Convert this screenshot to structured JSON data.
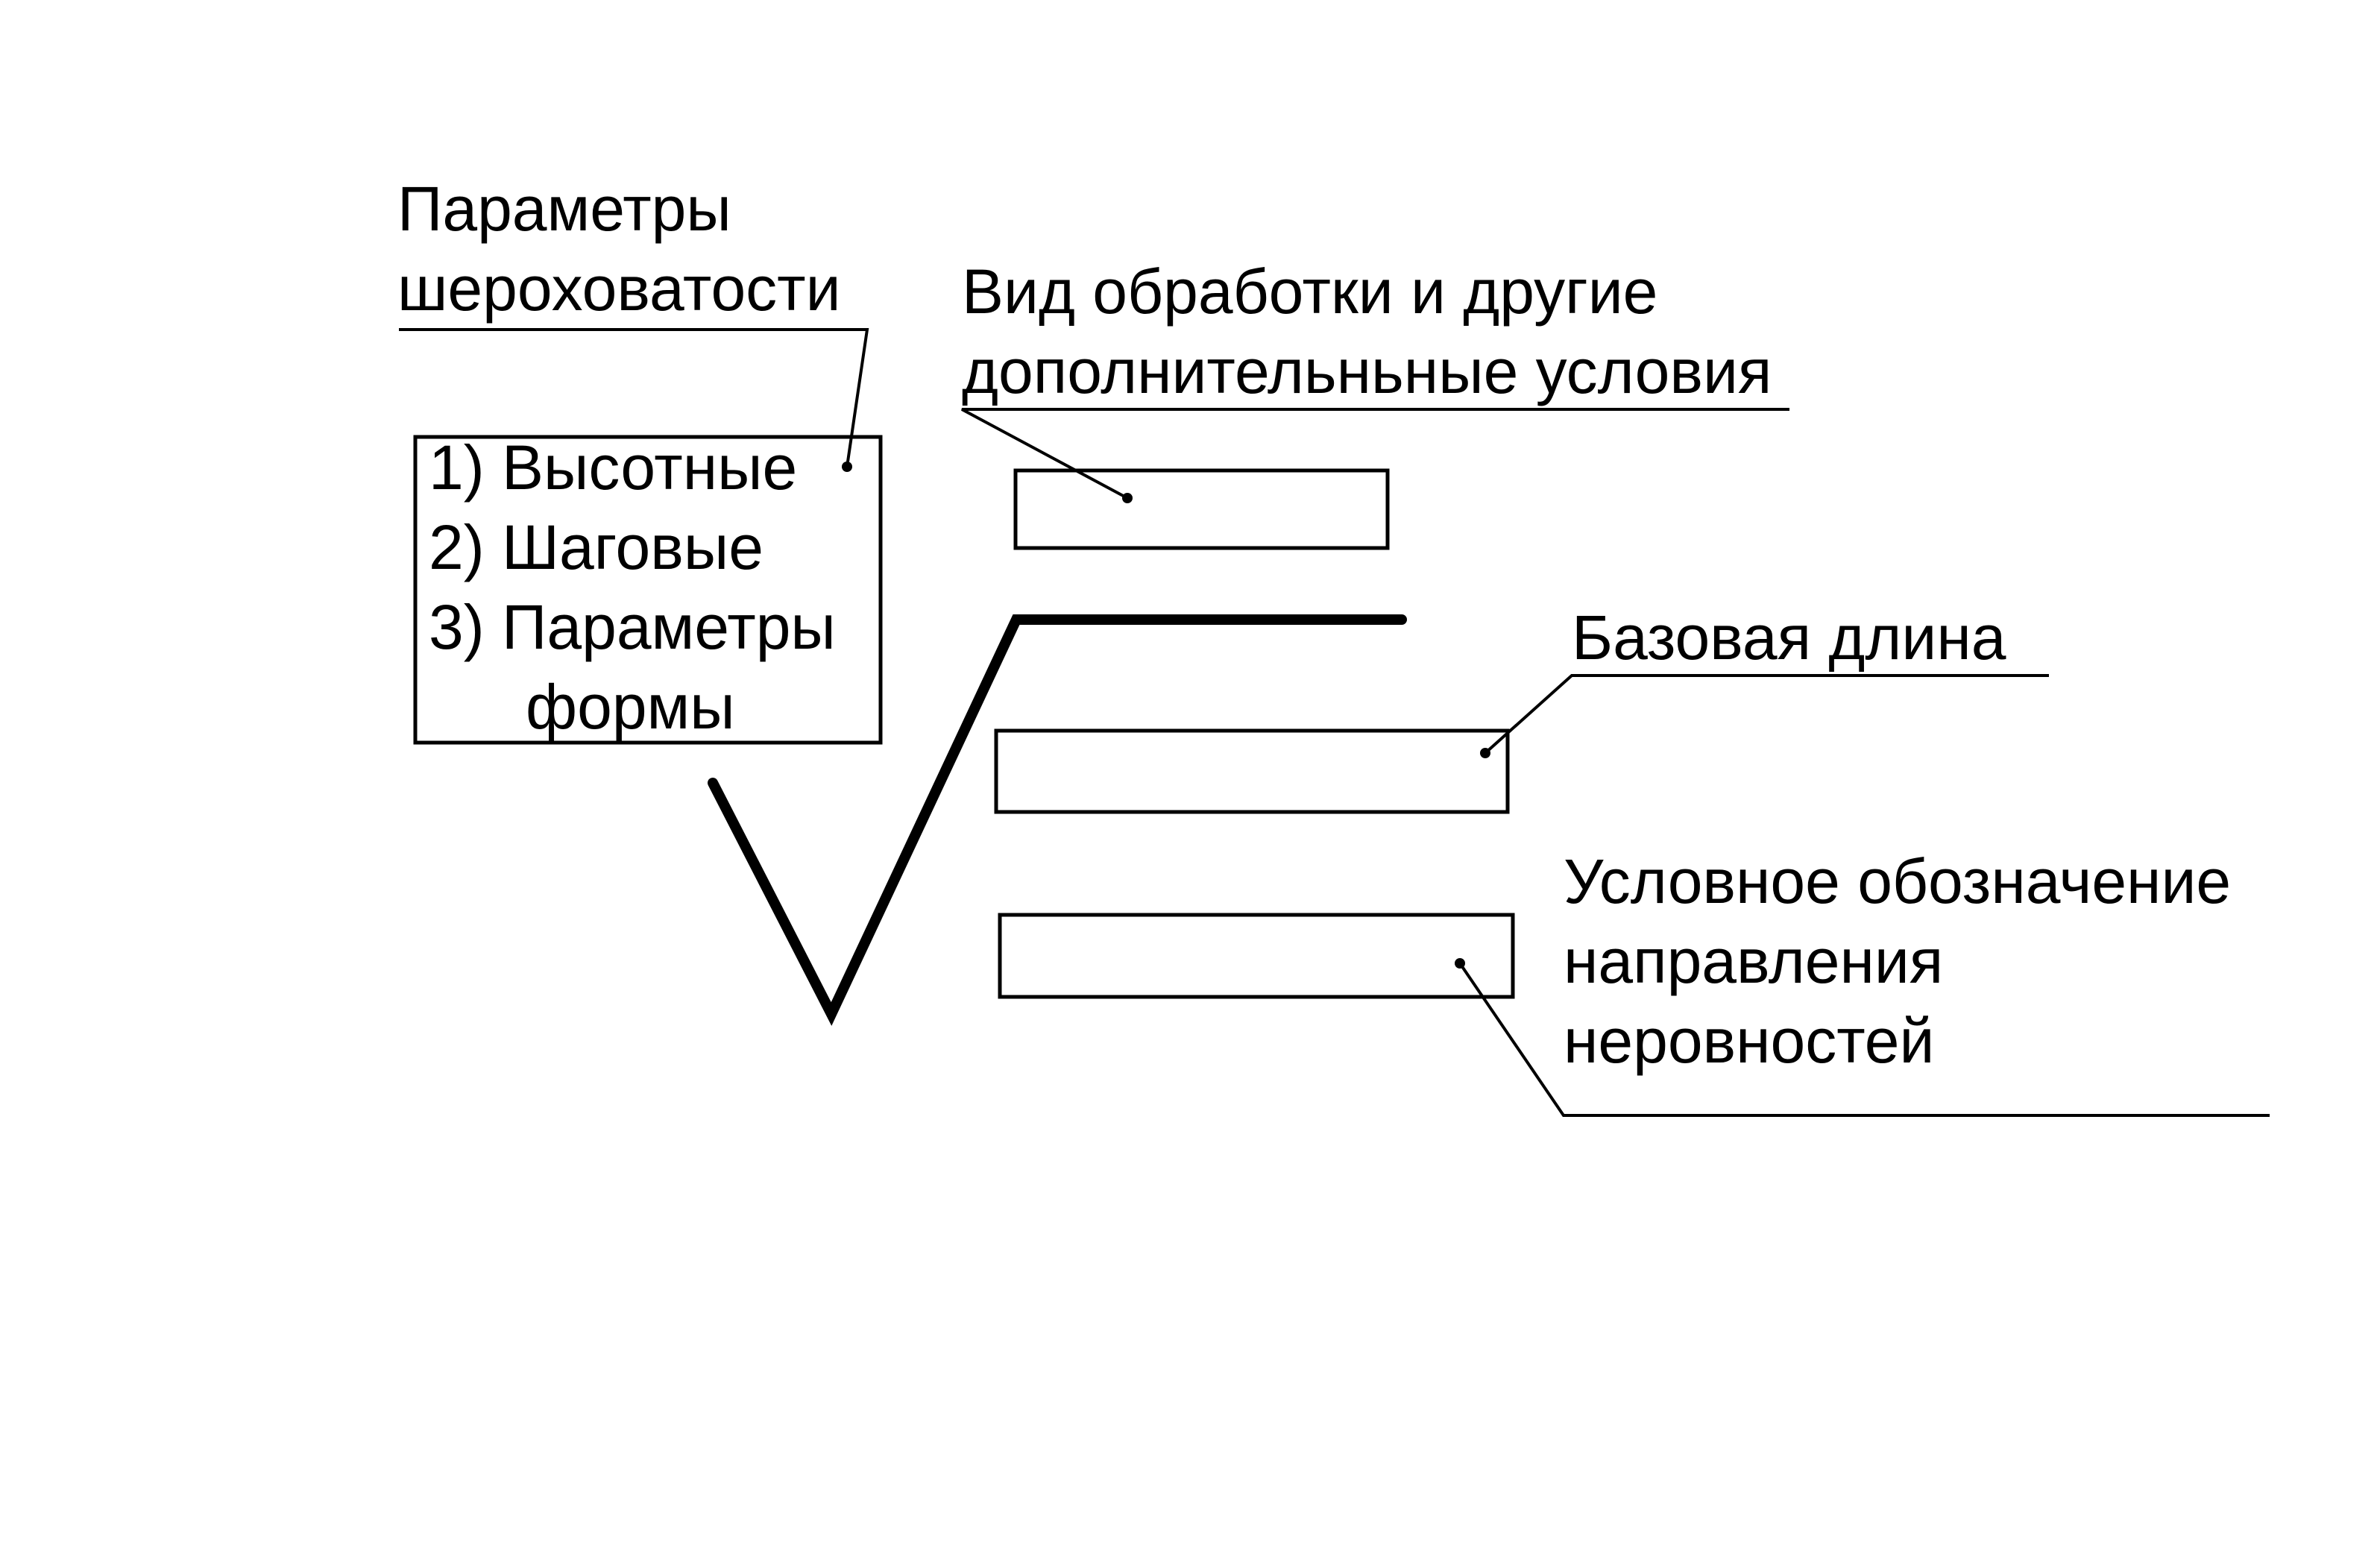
{
  "diagram": {
    "labels": {
      "roughness_params": [
        "Параметры",
        "шероховатости"
      ],
      "treatment": [
        "Вид обработки и другие",
        "дополнительньные условия"
      ],
      "base_length": [
        "Базовая длина"
      ],
      "direction": [
        "Условное обозначение",
        "направления",
        "неровностей"
      ]
    },
    "param_list": [
      "1) Высотные",
      "2) Шаговые",
      "3) Параметры",
      "формы"
    ],
    "colors": {
      "stroke": "#000000",
      "background": "#ffffff"
    }
  }
}
